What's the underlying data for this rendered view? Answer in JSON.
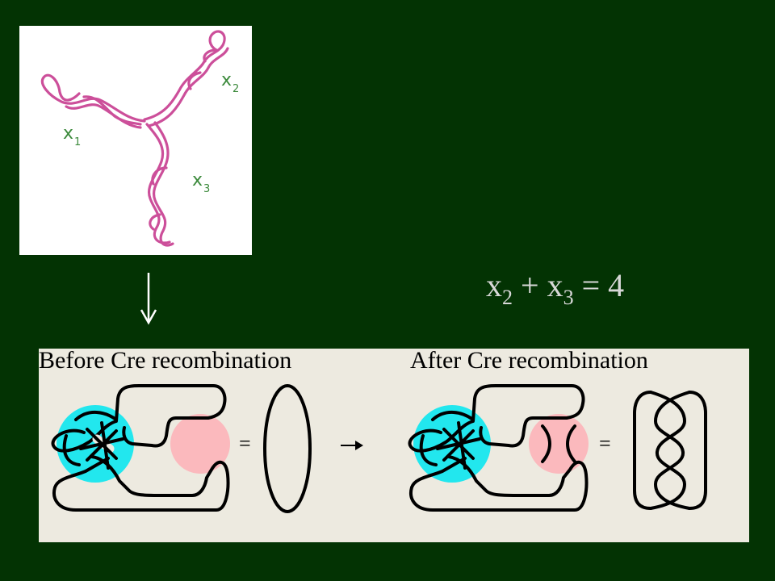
{
  "tangle_sketch": {
    "arm_labels": [
      {
        "base": "x",
        "sub": "1"
      },
      {
        "base": "x",
        "sub": "2"
      },
      {
        "base": "x",
        "sub": "3"
      }
    ]
  },
  "equation": {
    "term1_base": "x",
    "term1_sub": "2",
    "plus": "+",
    "term2_base": "x",
    "term2_sub": "3",
    "equals": "=",
    "result": "4"
  },
  "cre_figure": {
    "before_title": "Before Cre recombination",
    "after_title": "After Cre recombination",
    "equals_sign": "=",
    "colors": {
      "tangle_circle": "#22e7ee",
      "site_circle": "#fbb9bd",
      "panel_background": "#edeae0",
      "slide_background": "#033303"
    }
  }
}
